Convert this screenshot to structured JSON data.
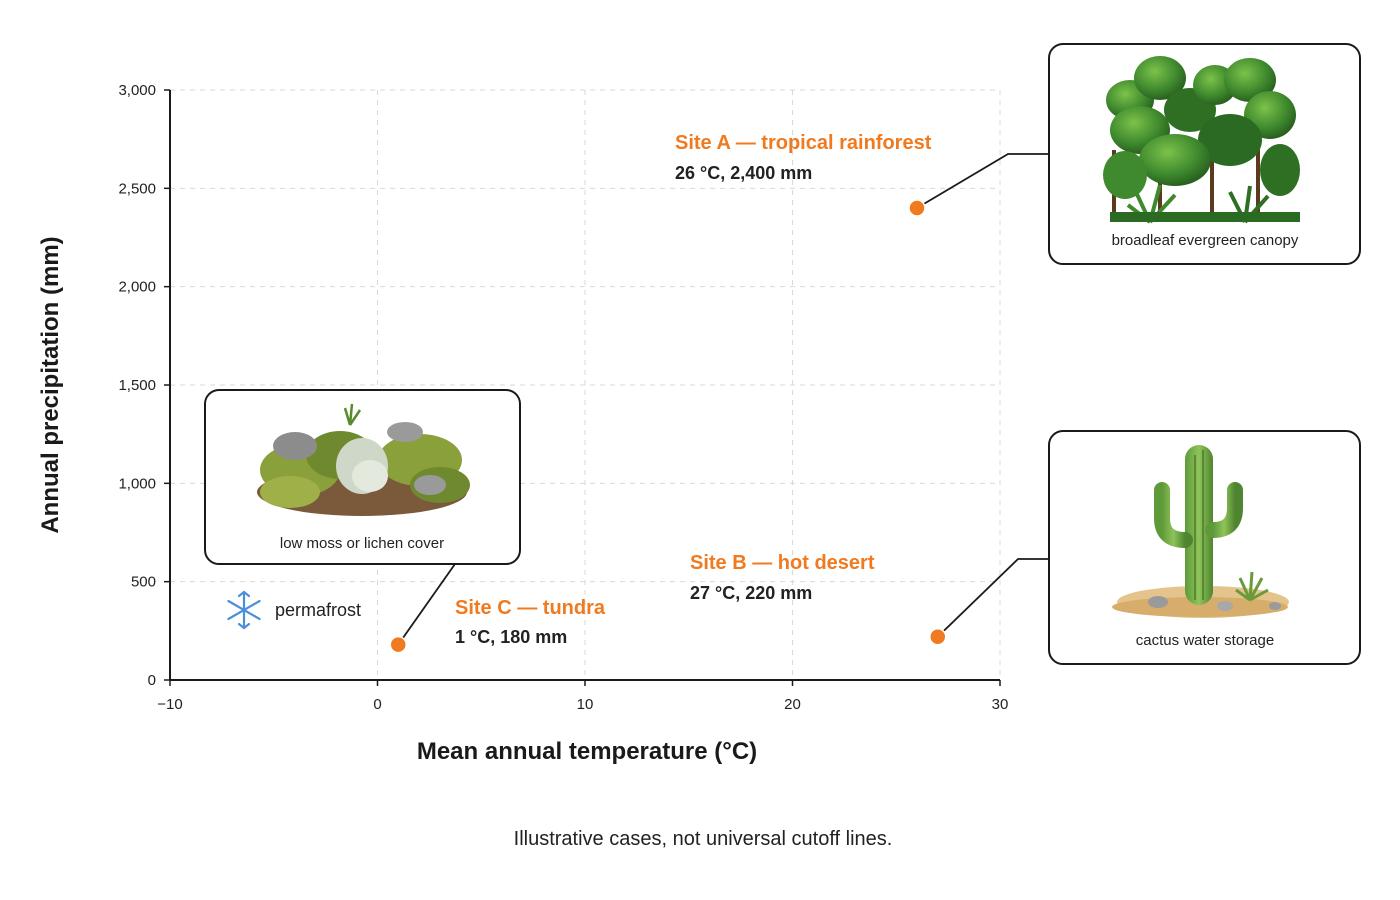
{
  "chart_data": {
    "type": "scatter",
    "xlabel": "Mean annual temperature (°C)",
    "ylabel": "Annual precipitation (mm)",
    "xlim": [
      -10,
      30
    ],
    "ylim": [
      0,
      3000
    ],
    "x_ticks": [
      -10,
      0,
      10,
      20,
      30
    ],
    "x_tick_labels": [
      "−10",
      "0",
      "10",
      "20",
      "30"
    ],
    "y_ticks": [
      0,
      500,
      1000,
      1500,
      2000,
      2500,
      3000
    ],
    "y_tick_labels": [
      "0",
      "500",
      "1,000",
      "1,500",
      "2,000",
      "2,500",
      "3,000"
    ],
    "grid": true,
    "points": [
      {
        "id": "site-a",
        "x": 26,
        "y": 2400,
        "title": "Site A — tropical rainforest",
        "subtitle": "26 °C, 2,400 mm",
        "inset_caption": "broadleaf evergreen canopy",
        "inset_icon": "rainforest-canopy-illustration"
      },
      {
        "id": "site-b",
        "x": 27,
        "y": 220,
        "title": "Site B — hot desert",
        "subtitle": "27 °C, 220 mm",
        "inset_caption": "cactus water storage",
        "inset_icon": "saguaro-cactus-illustration"
      },
      {
        "id": "site-c",
        "x": 1,
        "y": 180,
        "title": "Site C — tundra",
        "subtitle": "1 °C, 180 mm",
        "inset_caption": "low moss or lichen cover",
        "inset_icon": "moss-lichen-illustration"
      }
    ],
    "annotation": {
      "text": "permafrost",
      "icon": "snowflake-icon"
    },
    "footnote": "Illustrative cases, not universal cutoff lines.",
    "colors": {
      "point": "#f07a1f",
      "site_title": "#f07a1f",
      "grid": "#d9d9d9",
      "axis": "#1a1a1a",
      "leader": "#1a1a1a",
      "snowflake": "#4a90d9"
    }
  }
}
